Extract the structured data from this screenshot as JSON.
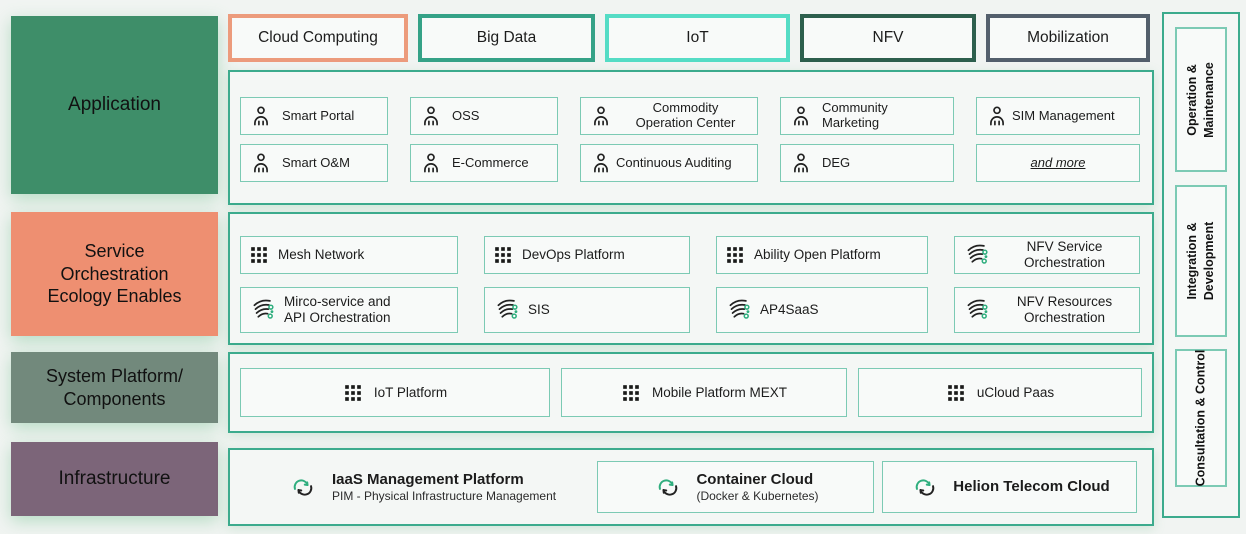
{
  "colors": {
    "background": "#f1f4f2",
    "layer_application": "#3e8e69",
    "layer_service": "#ee8f71",
    "layer_system": "#72897c",
    "layer_infrastructure": "#7c6579",
    "chip_cloud_computing_border": "#ec9b7c",
    "chip_big_data_border": "#35a287",
    "chip_iot_border": "#55dcc5",
    "chip_nfv_border": "#2d5f4d",
    "chip_mobilization_border": "#535f6c",
    "container_border": "#3cab8d",
    "item_border": "#7ccab4",
    "accent_green": "#2fae7e"
  },
  "layers": {
    "application": "Application",
    "service": "Service\nOrchestration\nEcology Enables",
    "system": "System Platform/\nComponents",
    "infrastructure": "Infrastructure"
  },
  "chips": [
    {
      "label": "Cloud Computing"
    },
    {
      "label": "Big Data"
    },
    {
      "label": "IoT"
    },
    {
      "label": "NFV"
    },
    {
      "label": "Mobilization"
    }
  ],
  "application": {
    "items": [
      {
        "label": "Smart Portal",
        "icon": "user"
      },
      {
        "label": "OSS",
        "icon": "user"
      },
      {
        "label": "Commodity\nOperation Center",
        "icon": "user"
      },
      {
        "label": "Community\nMarketing",
        "icon": "user"
      },
      {
        "label": "SIM Management",
        "icon": "user"
      },
      {
        "label": "Smart O&M",
        "icon": "user"
      },
      {
        "label": "E-Commerce",
        "icon": "user"
      },
      {
        "label": "Continuous Auditing",
        "icon": "user"
      },
      {
        "label": "DEG",
        "icon": "user"
      },
      {
        "label": "and more",
        "icon": "none"
      }
    ]
  },
  "service": {
    "items": [
      {
        "label": "Mesh Network",
        "icon": "grid"
      },
      {
        "label": "DevOps Platform",
        "icon": "grid"
      },
      {
        "label": "Ability Open Platform",
        "icon": "grid"
      },
      {
        "label": "NFV Service\nOrchestration",
        "icon": "orchestration"
      },
      {
        "label": "Mirco-service and\nAPI Orchestration",
        "icon": "orchestration"
      },
      {
        "label": "SIS",
        "icon": "orchestration"
      },
      {
        "label": "AP4SaaS",
        "icon": "orchestration"
      },
      {
        "label": "NFV Resources\nOrchestration",
        "icon": "orchestration"
      }
    ]
  },
  "system": {
    "items": [
      {
        "label": "IoT Platform",
        "icon": "grid"
      },
      {
        "label": "Mobile Platform MEXT",
        "icon": "grid"
      },
      {
        "label": "uCloud Paas",
        "icon": "grid"
      }
    ]
  },
  "infrastructure": {
    "items": [
      {
        "title": "IaaS Management Platform",
        "subtitle": "PIM - Physical Infrastructure Management",
        "icon": "cloud-sync"
      },
      {
        "title": "Container Cloud",
        "subtitle": "(Docker & Kubernetes)",
        "icon": "cloud-sync"
      },
      {
        "title": "Helion Telecom Cloud",
        "subtitle": "",
        "icon": "cloud-sync"
      }
    ]
  },
  "sidebar": {
    "items": [
      {
        "label": "Operation &\nMaintenance"
      },
      {
        "label": "Integration &\nDevelopment"
      },
      {
        "label": "Consultation & Control"
      }
    ]
  }
}
